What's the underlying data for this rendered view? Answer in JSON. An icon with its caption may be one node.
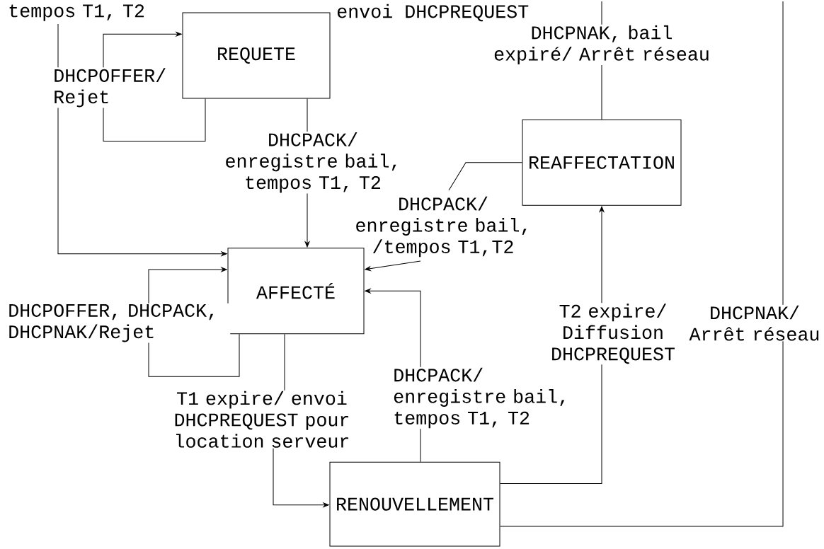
{
  "diagram": {
    "nodes": [
      {
        "text": [
          "REQUETE"
        ]
      },
      {
        "text": [
          "AFFECTÉ"
        ]
      },
      {
        "text": [
          "REAFFECTATION"
        ]
      },
      {
        "text": [
          "RENOUVELLEMENT"
        ]
      }
    ],
    "edges": [
      {
        "from": null,
        "to": 1,
        "arrow": "to",
        "label": "tempos T1, T2"
      },
      {
        "from": 0,
        "to": 0,
        "arrow": "to",
        "label": "DHCPOFFER/ Rejet"
      },
      {
        "from": 0,
        "to": 1,
        "arrow": "to",
        "label": "DHCPACK/ enregistre bail, tempos T1, T2"
      },
      {
        "from": 2,
        "to": null,
        "arrow": "none",
        "label": "DHCPNAK, bail expiré/ Arrêt réseau"
      },
      {
        "from": 2,
        "to": 1,
        "arrow": "to",
        "label": "DHCPACK/ enregistre bail, /tempos T1,T2"
      },
      {
        "from": 1,
        "to": 1,
        "arrow": "to",
        "label": "DHCPOFFER, DHCPACK, DHCPNAK/Rejet"
      },
      {
        "from": 1,
        "to": 3,
        "arrow": "to",
        "label": "T1 expire/ envoi DHCPREQUEST pour location serveur"
      },
      {
        "from": 3,
        "to": 1,
        "arrow": "to",
        "label": "DHCPACK/ enregistre bail, tempos T1, T2"
      },
      {
        "from": 3,
        "to": 2,
        "arrow": "to",
        "label": "T2 expire/ Diffusion DHCPREQUEST"
      },
      {
        "from": 3,
        "to": null,
        "arrow": "none",
        "label": "DHCPNAK/ Arrêt réseau"
      }
    ],
    "labels": [
      "envoi DHCPREQUEST"
    ]
  }
}
